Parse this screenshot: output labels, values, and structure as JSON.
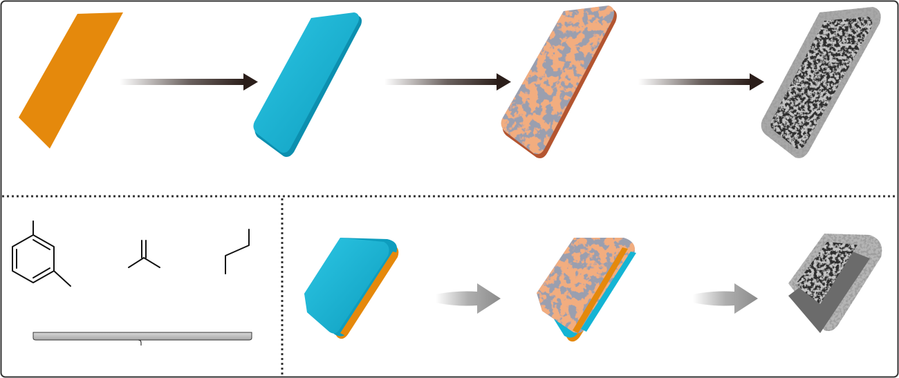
{
  "figure": {
    "panels": {
      "top": {
        "stages": [
          {
            "name": "orange-sheet",
            "color": "#E5890C"
          },
          {
            "name": "blue-coated-sheet",
            "color": "#14B4D4"
          },
          {
            "name": "speckled-sheet",
            "colors": [
              "#E46B36",
              "#9A9FAF"
            ]
          },
          {
            "name": "dark-porous-sheet",
            "colors": [
              "#3A3A3A",
              "#9A9A9A"
            ]
          }
        ],
        "arrow_style": "gradient-dark"
      },
      "bottom_left": {
        "molecules": [
          "m-xylene",
          "isobutylene",
          "butene"
        ],
        "bracket_color": "#BFBFBF"
      },
      "bottom_right": {
        "stages": [
          {
            "name": "folded-blue-sheet",
            "colors": [
              "#14B4D4",
              "#E5890C"
            ]
          },
          {
            "name": "folded-speckled-sheet",
            "colors": [
              "#E46B36",
              "#9A9FAF",
              "#14B4D4",
              "#E5890C"
            ]
          },
          {
            "name": "folded-gray-sheet",
            "colors": [
              "#5A5A5A",
              "#B5B5B5"
            ]
          }
        ],
        "arrow_style": "gradient-gray"
      }
    },
    "colors": {
      "orange": "#E5890C",
      "blue": "#14B4D4",
      "speckle_orange": "#E46B36",
      "speckle_gray": "#9A9FAF",
      "dark": "#2E2E2E",
      "arrow_dark": "#2B1E1A",
      "arrow_gray": "#9A9A9A",
      "border": "#333333"
    }
  }
}
